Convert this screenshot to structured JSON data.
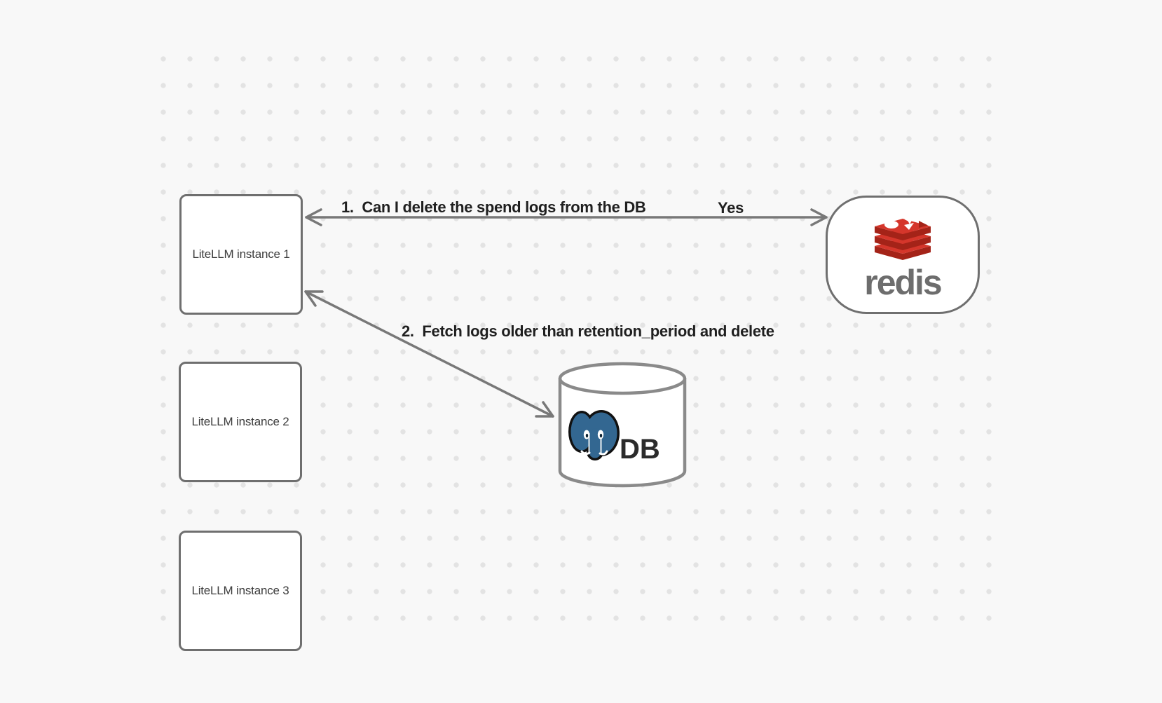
{
  "diagram": {
    "type": "architecture-diagram",
    "background_color": "#f8f8f8",
    "dot_color": "#e3e3e3",
    "stroke_color": "#6f6f6f"
  },
  "nodes": {
    "litellm_instances": [
      {
        "label": "LiteLLM instance 1"
      },
      {
        "label": "LiteLLM instance 2"
      },
      {
        "label": "LiteLLM instance 3"
      }
    ],
    "redis": {
      "label": "redis",
      "brand_color": "#D5362B",
      "brand_color_dark": "#A42318",
      "wordmark_color": "#6d6d6d"
    },
    "db": {
      "label": "DB",
      "postgres_blue": "#336791"
    }
  },
  "arrows": [
    {
      "label": "1.  Can I delete the spend logs from the DB",
      "response": "Yes"
    },
    {
      "label": "2.  Fetch logs older than retention_period and delete"
    }
  ]
}
